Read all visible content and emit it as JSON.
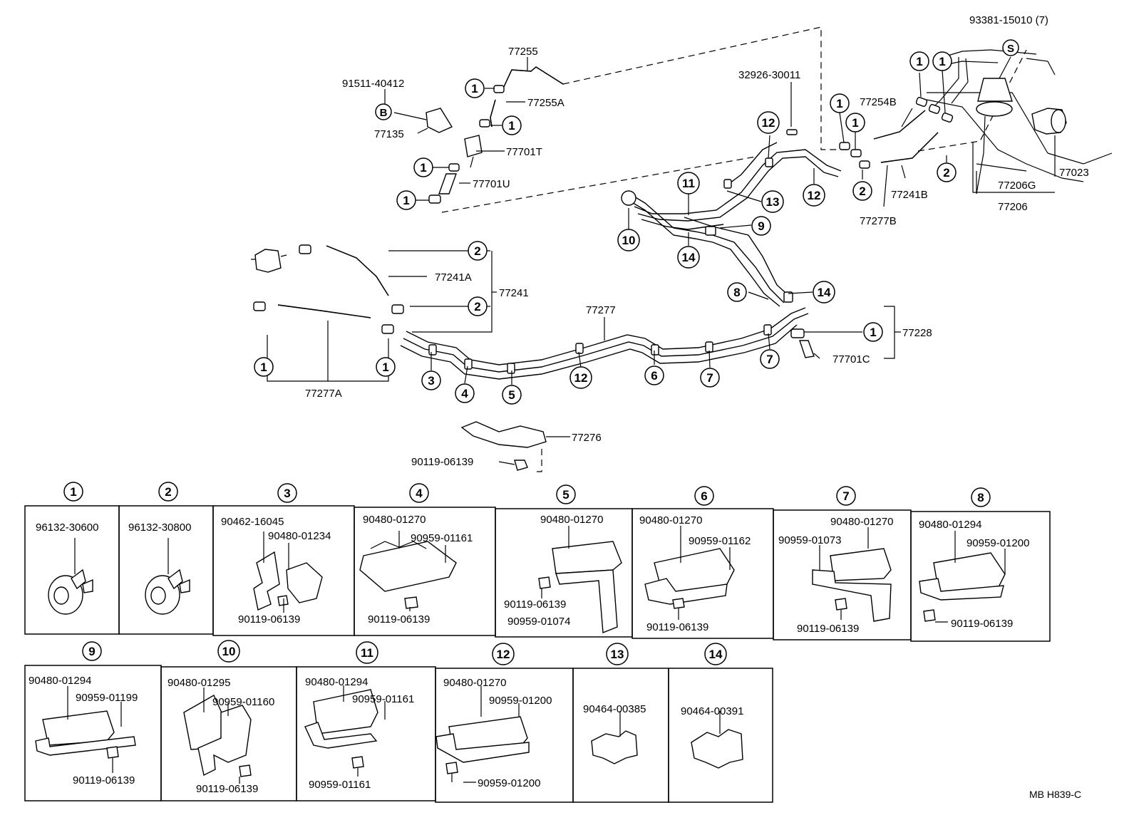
{
  "diagram_id": "MB H839-C",
  "callouts": {
    "c1": "1",
    "c2": "2",
    "c3": "3",
    "c4": "4",
    "c5": "5",
    "c6": "6",
    "c7": "7",
    "c8": "8",
    "c9": "9",
    "c10": "10",
    "c11": "11",
    "c12": "12",
    "c13": "13",
    "c14": "14",
    "s": "S",
    "b": "B"
  },
  "parts": {
    "p93381": "93381-15010 (7)",
    "p77255": "77255",
    "p77255A": "77255A",
    "p91511": "91511-40412",
    "p77135": "77135",
    "p77701T": "77701T",
    "p77701U": "77701U",
    "p32926": "32926-30011",
    "p77254B": "77254B",
    "p77241B": "77241B",
    "p77277B": "77277B",
    "p77023": "77023",
    "p77206G": "77206G",
    "p77206": "77206",
    "p77241A": "77241A",
    "p77241": "77241",
    "p77277": "77277",
    "p77228": "77228",
    "p77701C": "77701C",
    "p77277A": "77277A",
    "p77276": "77276",
    "p90119_main": "90119-06139"
  },
  "detail_rows": [
    [
      {
        "callout": "1",
        "labels": [
          "96132-30600"
        ]
      },
      {
        "callout": "2",
        "labels": [
          "96132-30800"
        ]
      },
      {
        "callout": "3",
        "labels": [
          "90462-16045",
          "90480-01234",
          "90119-06139"
        ]
      },
      {
        "callout": "4",
        "labels": [
          "90480-01270",
          "90959-01161",
          "90119-06139"
        ]
      },
      {
        "callout": "5",
        "labels": [
          "90480-01270",
          "90119-06139",
          "90959-01074"
        ]
      },
      {
        "callout": "6",
        "labels": [
          "90480-01270",
          "90959-01162",
          "90119-06139"
        ]
      },
      {
        "callout": "7",
        "labels": [
          "90480-01270",
          "90959-01073",
          "90119-06139"
        ]
      },
      {
        "callout": "8",
        "labels": [
          "90480-01294",
          "90959-01200",
          "90119-06139"
        ]
      }
    ],
    [
      {
        "callout": "9",
        "labels": [
          "90480-01294",
          "90959-01199",
          "90119-06139"
        ]
      },
      {
        "callout": "10",
        "labels": [
          "90480-01295",
          "90959-01160",
          "90119-06139"
        ]
      },
      {
        "callout": "11",
        "labels": [
          "90480-01294",
          "90959-01161",
          "90959-01161"
        ]
      },
      {
        "callout": "12",
        "labels": [
          "90480-01270",
          "90959-01200",
          "90959-01200"
        ]
      },
      {
        "callout": "13",
        "labels": [
          "90464-00385"
        ]
      },
      {
        "callout": "14",
        "labels": [
          "90464-00391"
        ]
      }
    ]
  ]
}
